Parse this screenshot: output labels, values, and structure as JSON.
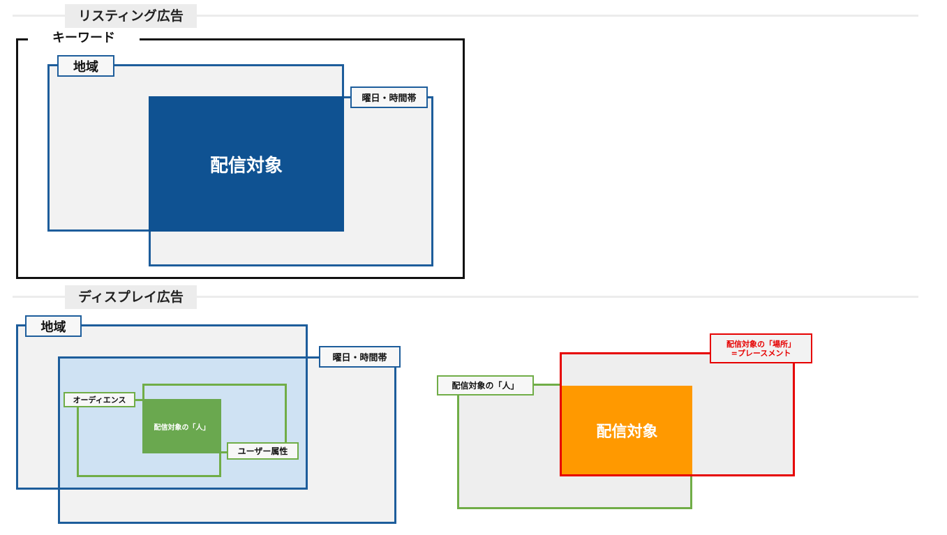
{
  "sections": {
    "listing": {
      "label": "リスティング広告"
    },
    "display": {
      "label": "ディスプレイ広告"
    }
  },
  "listing_diagram": {
    "keyword_label": "キーワード",
    "region_label": "地域",
    "time_label": "曜日・時間帯",
    "target_label": "配信対象"
  },
  "display_diagram": {
    "region_label": "地域",
    "time_label": "曜日・時間帯",
    "audience_label": "オーディエンス",
    "user_attr_label": "ユーザー属性",
    "person_target_label": "配信対象の「人」"
  },
  "placement_diagram": {
    "person_label": "配信対象の「人」",
    "placement_line1": "配信対象の「場所」",
    "placement_line2": "=プレースメント",
    "target_label": "配信対象"
  },
  "colors": {
    "blue": "#1d5d9b",
    "dark_blue_fill": "#0f5292",
    "light_blue_fill": "#cfe2f3",
    "green": "#70ad47",
    "red": "#e60000",
    "orange": "#ff9900"
  }
}
